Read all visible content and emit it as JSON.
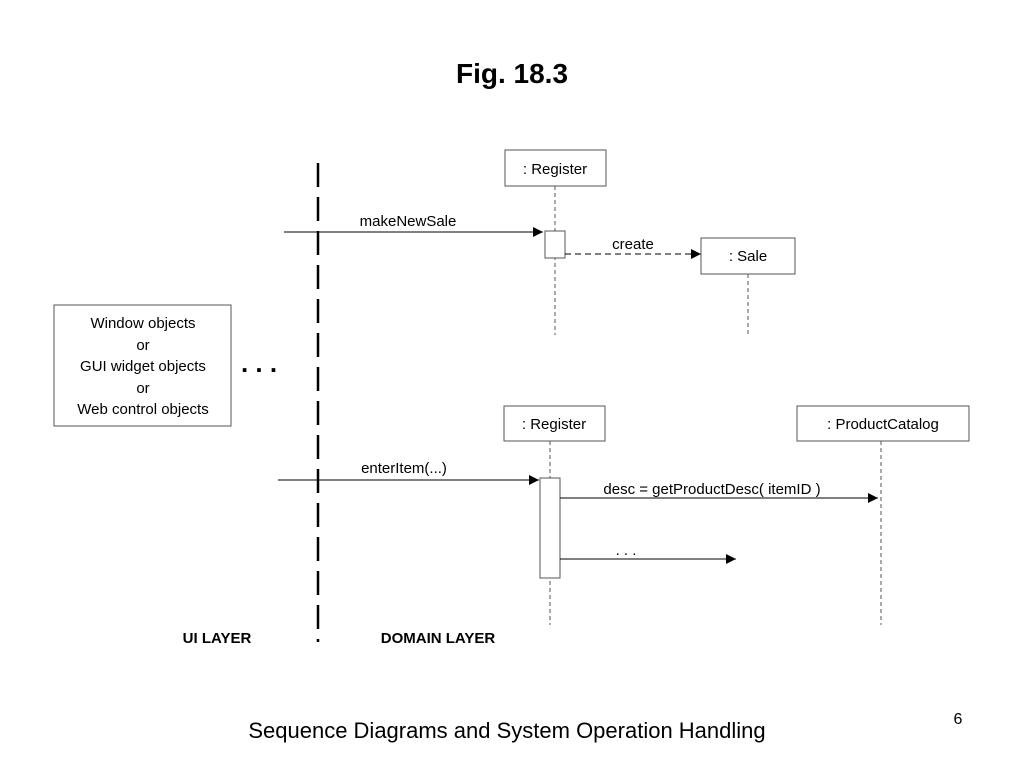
{
  "title": "Fig. 18.3",
  "ui_note": {
    "lines": [
      "Window objects",
      "or",
      "GUI widget objects",
      "or",
      "Web control objects"
    ],
    "ellipsis": ". . ."
  },
  "layers": {
    "ui": "UI LAYER",
    "domain": "DOMAIN LAYER"
  },
  "participants": {
    "register_top": ": Register",
    "sale": ": Sale",
    "register_bottom": ": Register",
    "catalog": ": ProductCatalog"
  },
  "messages": {
    "make_new_sale": "makeNewSale",
    "create": "create",
    "enter_item": "enterItem(...)",
    "get_desc": "desc = getProductDesc( itemID )",
    "more": ". . ."
  },
  "footer": "Sequence Diagrams and System Operation Handling",
  "page_number": "6"
}
